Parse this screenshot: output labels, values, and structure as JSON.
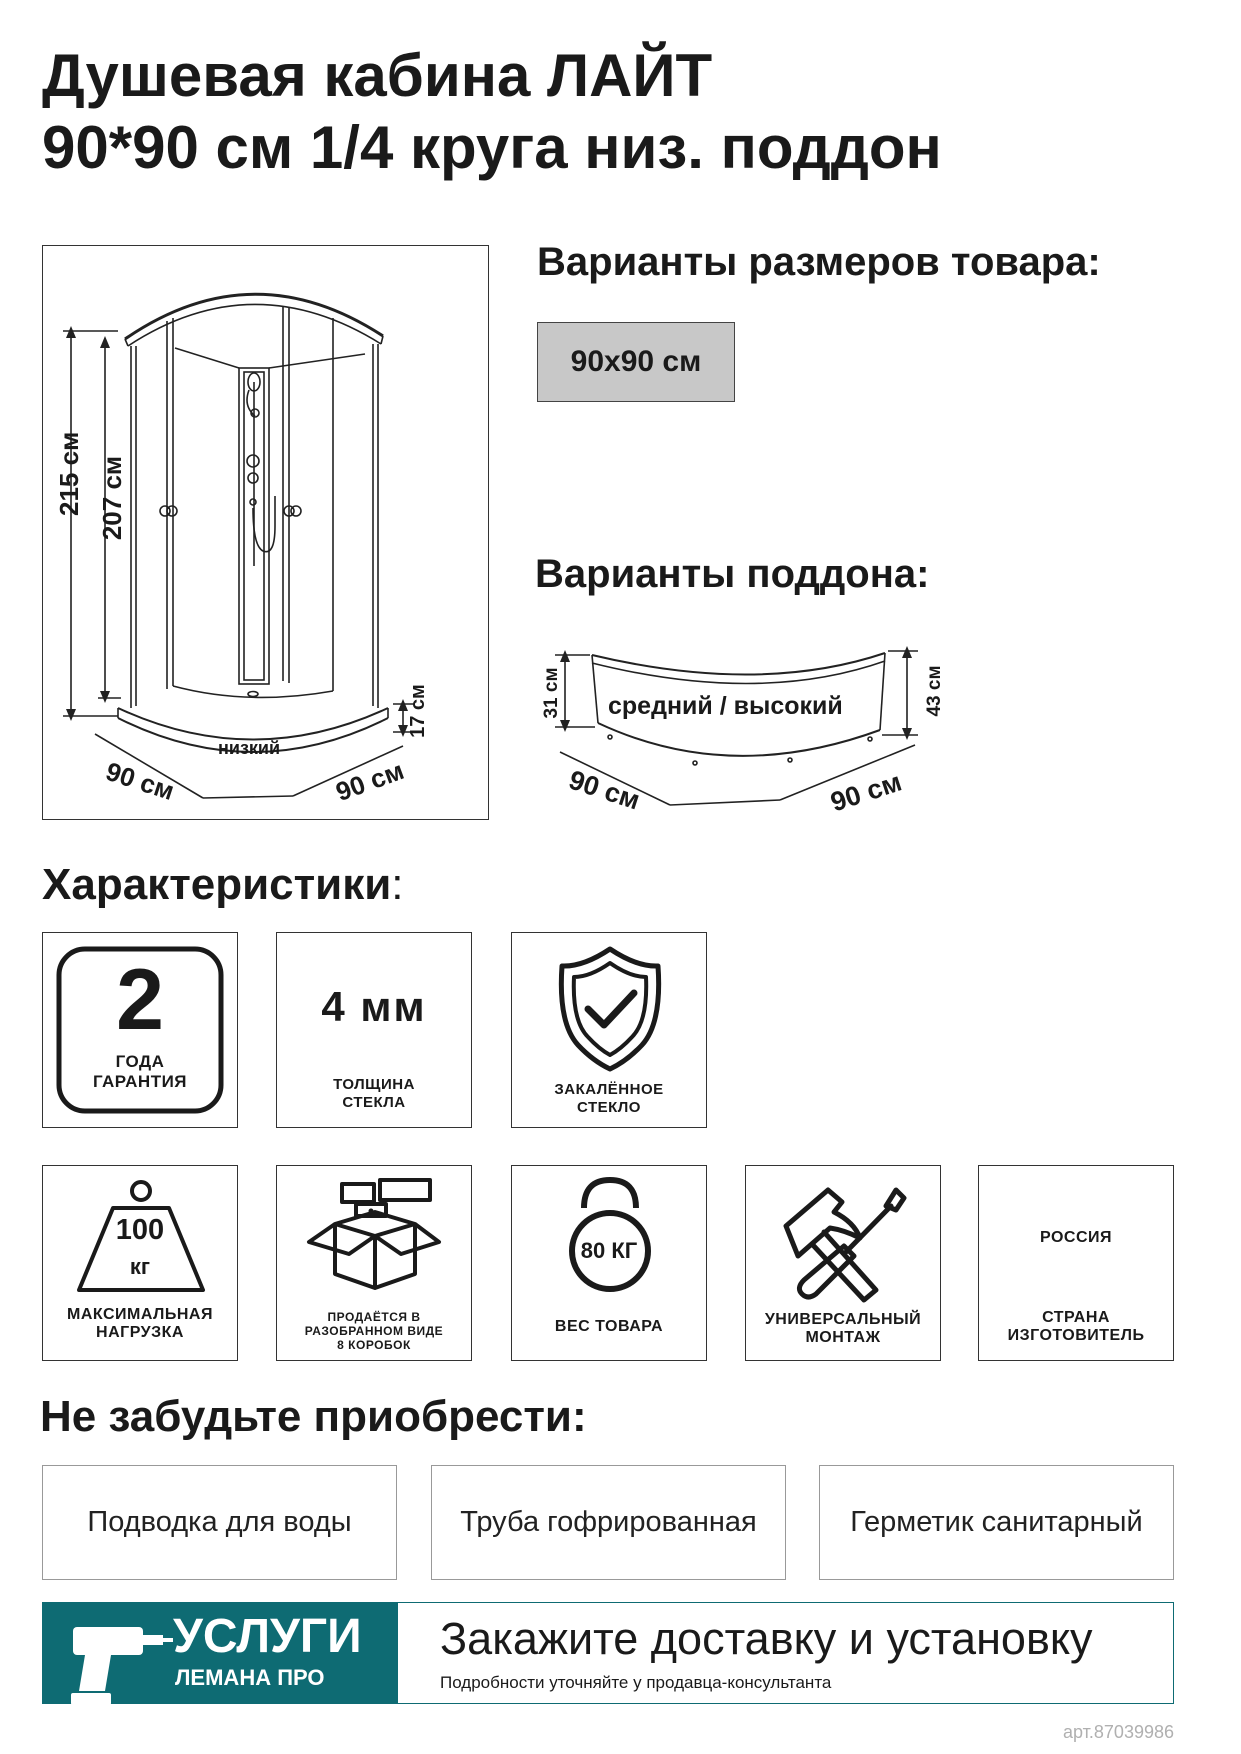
{
  "title": {
    "line1": "Душевая кабина  ЛАЙТ",
    "line2": "90*90 см 1/4 круга низ. поддон"
  },
  "diagram": {
    "dim_215": "215 см",
    "dim_207": "207 см",
    "dim_17": "17 см",
    "tray_label": "низкий",
    "width_left": "90 см",
    "width_right": "90 см"
  },
  "sizes": {
    "heading": "Варианты размеров товара:",
    "options": [
      "90x90 см"
    ]
  },
  "tray": {
    "heading": "Варианты поддона:",
    "dim_31": "31 см",
    "dim_43": "43 см",
    "label": "средний / высокий",
    "width_left": "90 см",
    "width_right": "90 см"
  },
  "specs": {
    "heading": "Характеристики",
    "colon": ":",
    "warranty": {
      "number": "2",
      "line1": "ГОДА",
      "line2": "ГАРАНТИЯ"
    },
    "glass": {
      "value": "4 мм",
      "line1": "ТОЛЩИНА",
      "line2": "СТЕКЛА"
    },
    "tempered": {
      "line1": "ЗАКАЛЁННОЕ",
      "line2": "СТЕКЛО"
    },
    "load": {
      "value": "100",
      "unit": "кг",
      "line1": "МАКСИМАЛЬНАЯ",
      "line2": "НАГРУЗКА"
    },
    "boxes": {
      "line1": "ПРОДАЁТСЯ В",
      "line2": "РАЗОБРАННОМ ВИДЕ",
      "line3": "8 КОРОБОК"
    },
    "weight": {
      "value": "80 КГ",
      "line1": "ВЕС ТОВАРА"
    },
    "mount": {
      "line1": "УНИВЕРСАЛЬНЫЙ",
      "line2": "МОНТАЖ"
    },
    "country": {
      "value": "РОССИЯ",
      "line1": "СТРАНА",
      "line2": "ИЗГОТОВИТЕЛЬ"
    }
  },
  "buy": {
    "heading": "Не забудьте приобрести:",
    "items": [
      "Подводка для воды",
      "Труба гофрированная",
      "Герметик санитарный"
    ]
  },
  "banner": {
    "brand_top": "УСЛУГИ",
    "brand_bottom": "ЛЕМАНА ПРО",
    "headline": "Закажите доставку и установку",
    "subline": "Подробности уточняйте у продавца-консультанта"
  },
  "article": "арт.87039986",
  "colors": {
    "text": "#1a1a1a",
    "accent": "#0e6b73",
    "size_option_bg": "#c8c8c8"
  }
}
